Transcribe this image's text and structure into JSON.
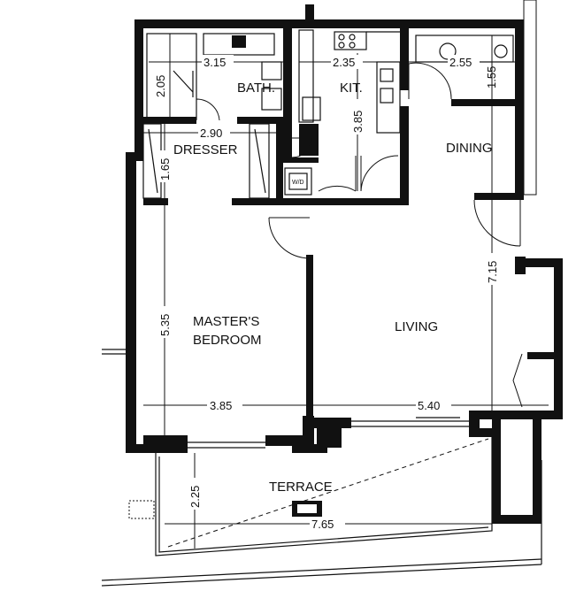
{
  "rooms": {
    "bath": "BATH.",
    "kitchen": "KIT.",
    "dresser": "DRESSER",
    "dining": "DINING",
    "master_line1": "MASTER'S",
    "master_line2": "BEDROOM",
    "living": "LIVING",
    "terrace": "TERRACE"
  },
  "dimensions": {
    "bath_width": "3.15",
    "bath_depth": "2.05",
    "kitchen_width": "2.35",
    "kitchen_depth": "3.85",
    "dining_width": "2.55",
    "dining_depth": "1.55",
    "dresser_width": "2.90",
    "dresser_depth": "1.65",
    "bedroom_depth": "5.35",
    "living_depth": "7.15",
    "bedroom_width": "3.85",
    "living_width": "5.40",
    "terrace_depth": "2.25",
    "terrace_width": "7.65"
  },
  "fixtures": {
    "washer_dryer": "W/D"
  }
}
